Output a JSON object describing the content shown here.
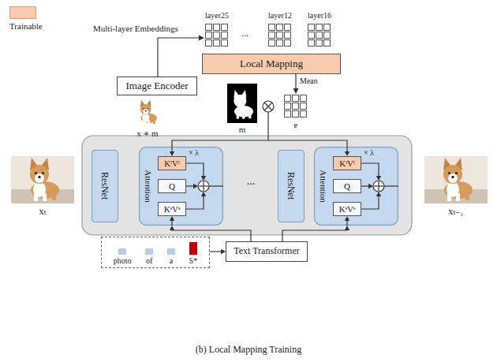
{
  "diagram": {
    "caption": "(b) Local Mapping Training",
    "nodes": [
      {
        "text": [
          "Image Encoder"
        ]
      },
      {
        "text": [
          "Local Mapping"
        ]
      },
      {
        "text": [
          "ResNet"
        ]
      },
      {
        "text": [
          "Attention"
        ]
      },
      {
        "text": [
          "KˡVˡ"
        ],
        "in": 3
      },
      {
        "text": [
          "Q"
        ],
        "in": 3
      },
      {
        "text": [
          "KˢVˢ"
        ],
        "in": 3
      },
      {
        "text": [
          "ResNet"
        ]
      },
      {
        "text": [
          "Attention"
        ]
      },
      {
        "text": [
          "KˡVˡ"
        ],
        "in": 8
      },
      {
        "text": [
          "Q"
        ],
        "in": 8
      },
      {
        "text": [
          "KˢVˢ"
        ],
        "in": 8
      },
      {
        "text": [
          "Text Transformer"
        ]
      },
      {
        "text": [
          "photo",
          "of",
          "a",
          "S*"
        ]
      }
    ],
    "edges": [
      {
        "from": 13,
        "to": 12,
        "arrow": "to"
      },
      {
        "from": 12,
        "to": 3,
        "arrow": "to"
      },
      {
        "from": 12,
        "to": 8,
        "arrow": "to"
      }
    ],
    "labels": [
      "Multi-layer Embeddings",
      "layer25",
      "...",
      "layer12",
      "layer16",
      "Mean",
      "x ∗ m",
      "m",
      "e",
      "× λ",
      "× λ",
      "...",
      "xₜ",
      "xₜ₋₁"
    ],
    "legend": [
      {
        "text": "Trainable",
        "color": "#f8cbad"
      }
    ]
  }
}
